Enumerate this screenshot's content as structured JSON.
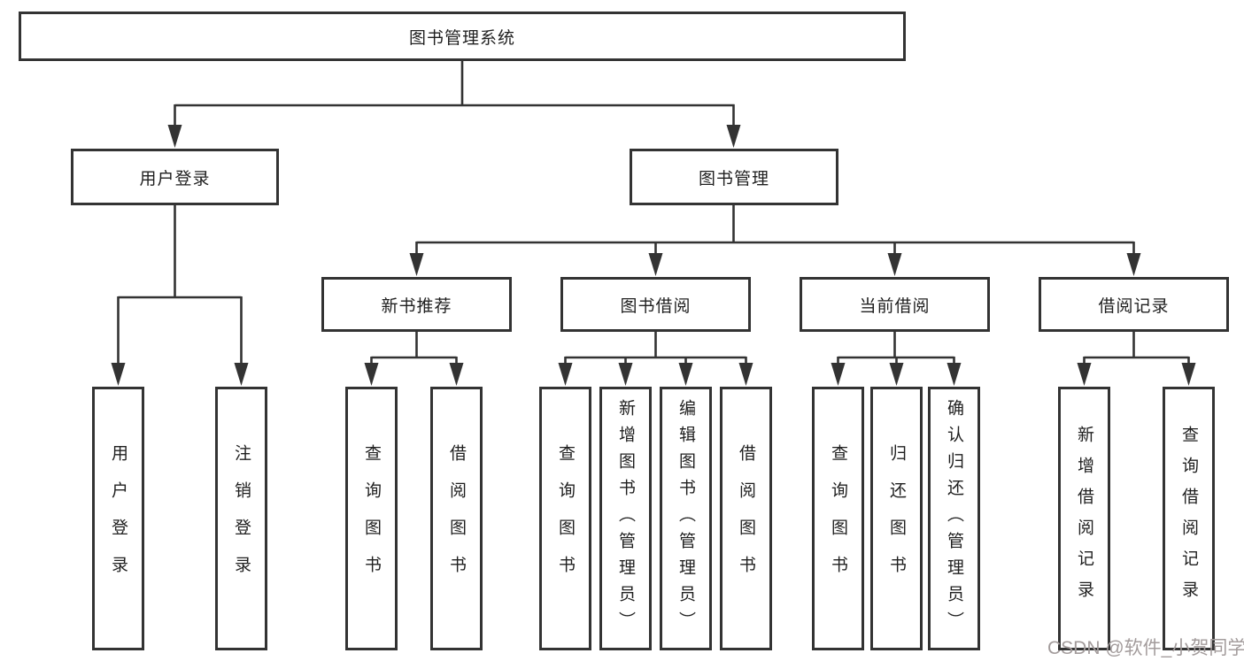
{
  "diagram": {
    "root": {
      "label": "图书管理系统"
    },
    "branches": [
      {
        "label": "用户登录",
        "children": [
          {
            "label": "用户登录"
          },
          {
            "label": "注销登录"
          }
        ]
      },
      {
        "label": "图书管理",
        "children": [
          {
            "label": "新书推荐",
            "children": [
              {
                "label": "查询图书"
              },
              {
                "label": "借阅图书"
              }
            ]
          },
          {
            "label": "图书借阅",
            "children": [
              {
                "label": "查询图书"
              },
              {
                "label": "新增图书（管理员）"
              },
              {
                "label": "编辑图书（管理员）"
              },
              {
                "label": "借阅图书"
              }
            ]
          },
          {
            "label": "当前借阅",
            "children": [
              {
                "label": "查询图书"
              },
              {
                "label": "归还图书"
              },
              {
                "label": "确认归还（管理员）"
              }
            ]
          },
          {
            "label": "借阅记录",
            "children": [
              {
                "label": "新增借阅记录"
              },
              {
                "label": "查询借阅记录"
              }
            ]
          }
        ]
      }
    ]
  },
  "watermark": {
    "text": "CSDN @软件_小贺同学"
  },
  "colors": {
    "line": "#333333",
    "text": "#1f1f1f",
    "watermark": "#a39c9c",
    "background": "#ffffff"
  }
}
